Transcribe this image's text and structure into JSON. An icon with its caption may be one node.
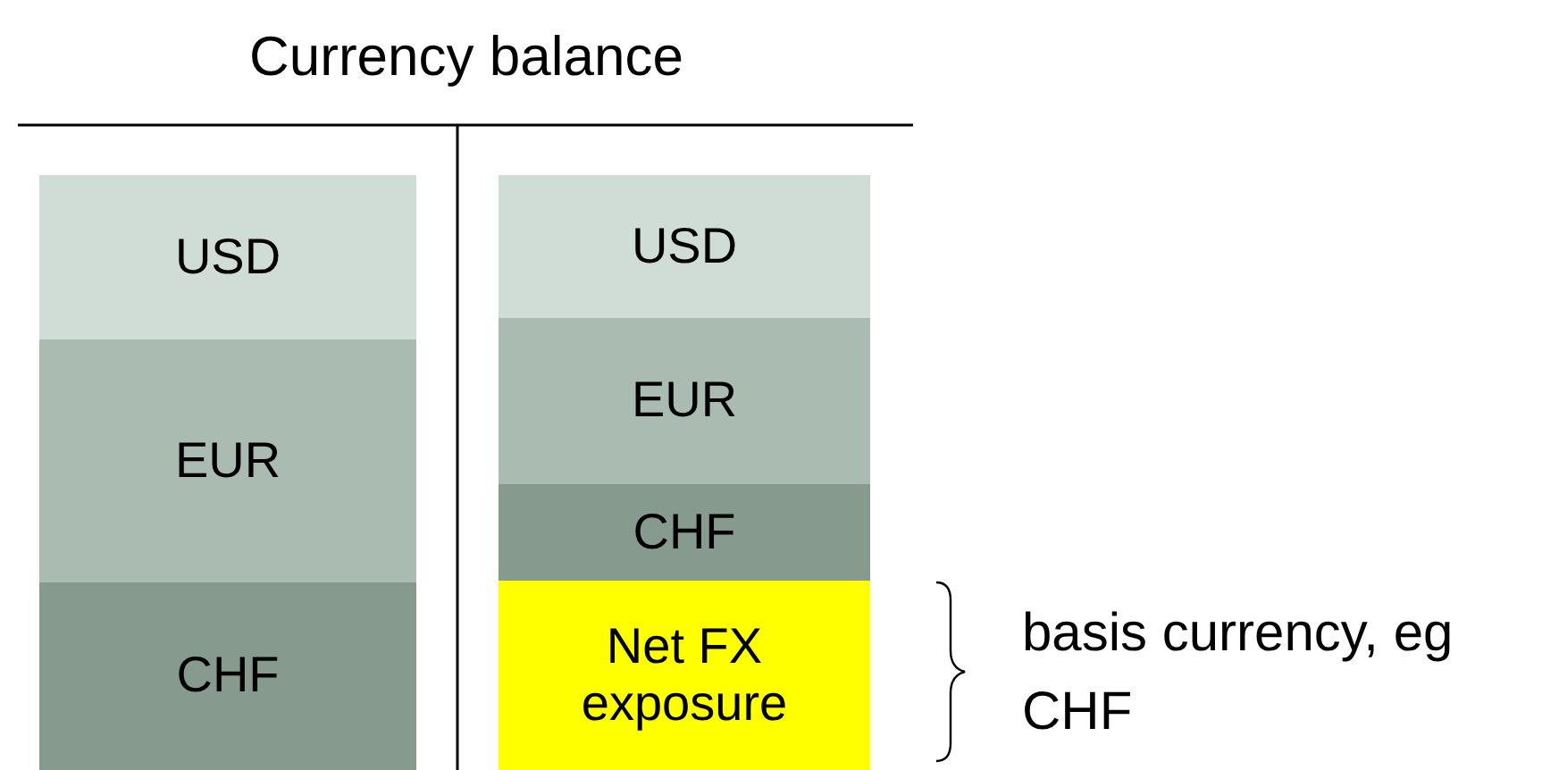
{
  "diagram": {
    "title": "Currency balance",
    "nodes": [
      {
        "text": [
          "USD"
        ]
      },
      {
        "text": [
          "EUR"
        ]
      },
      {
        "text": [
          "CHF"
        ]
      },
      {
        "text": [
          "USD"
        ]
      },
      {
        "text": [
          "EUR"
        ]
      },
      {
        "text": [
          "CHF"
        ]
      },
      {
        "text": [
          "Net FX exposure"
        ],
        "beside": [
          "basis currency, eg CHF"
        ]
      }
    ],
    "edges": []
  }
}
